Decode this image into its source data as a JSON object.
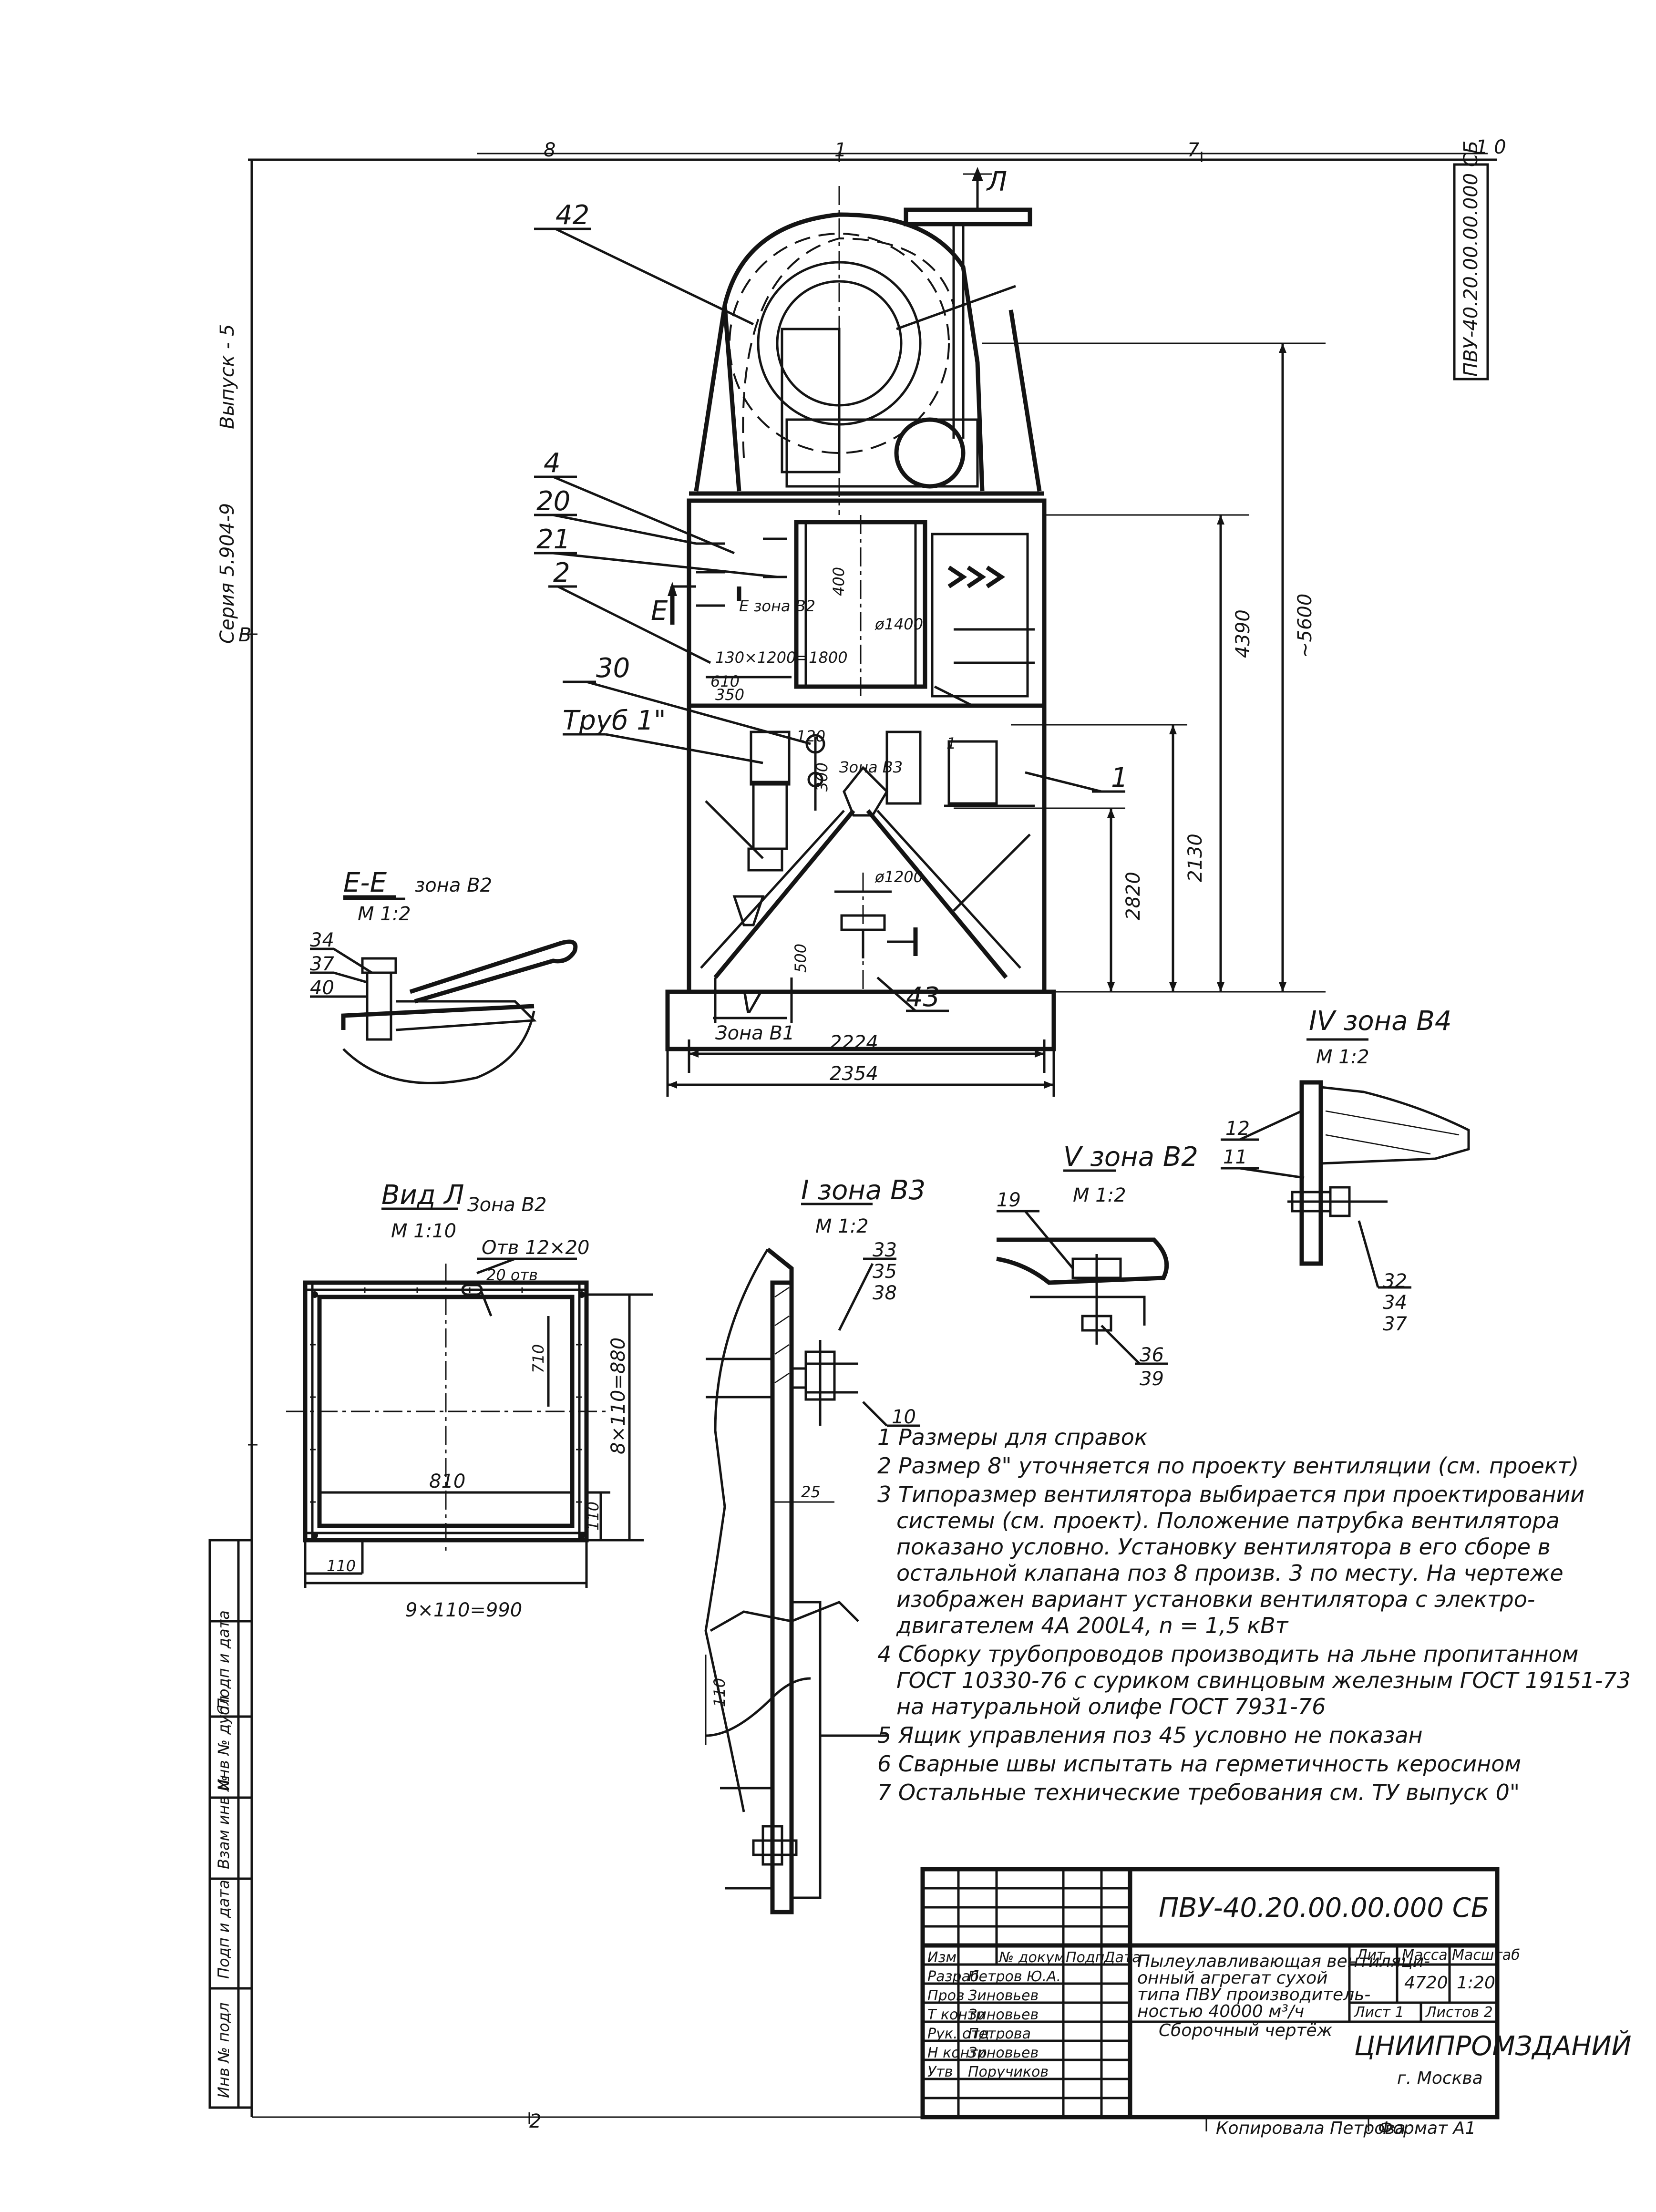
{
  "drawing": {
    "code": "ПВУ-40.20.00.00.000 СБ",
    "frame_code_rotated": "ПВУ-40.20.00.00.000 СБ",
    "sheet_marks": {
      "top_left": "8",
      "top_mid": "1",
      "top_right": "7",
      "corner": "1 0",
      "bottom": "2"
    },
    "side_series": "Серия 5.904-9",
    "side_issue": "Выпуск - 5",
    "zone_letter": "В"
  },
  "main_view": {
    "positions": [
      "42",
      "4",
      "20",
      "21",
      "2",
      "30",
      "1",
      "43"
    ],
    "pipe_label": "Труб 1\"",
    "view_arrow": "Л",
    "section_marker": "Е",
    "section_zone_label": "Е зона В2",
    "detail_v_label": "V",
    "detail_v_zone": "Зона В1",
    "dims": {
      "inner_1": "400",
      "diam_1": "ø1400",
      "size_1": "130×1200=1800",
      "gap_1": "610",
      "gap_2": "350",
      "small_1": "120",
      "small_2": "300",
      "zone_b3": "Зона В3",
      "ref_1": "1",
      "diam_2": "ø1200",
      "h_base": "500",
      "w_inner": "2224",
      "w_outer": "2354",
      "h_1": "4390",
      "h_2": "~5600",
      "h_3": "2130",
      "h_4": "2820"
    }
  },
  "section_ee": {
    "title": "Е-Е",
    "zone": "зона В2",
    "scale": "М 1:2",
    "items": [
      "34",
      "37",
      "40"
    ]
  },
  "detail_iv": {
    "title": "IV зона В4",
    "scale": "М 1:2",
    "items": [
      "12",
      "11",
      "32",
      "34",
      "37"
    ]
  },
  "detail_v": {
    "title": "V зона В2",
    "scale": "М 1:2",
    "items": [
      "19",
      "36",
      "39"
    ]
  },
  "detail_i": {
    "title": "I зона В3",
    "scale": "М 1:2",
    "items": [
      "33",
      "35",
      "38",
      "10"
    ],
    "dims": {
      "d1": "25",
      "d2": "110"
    }
  },
  "view_a": {
    "title": "Вид Л",
    "zone": "Зона В2",
    "scale": "М 1:10",
    "hole_label": "Отв 12×20",
    "holes_count": "20 отв",
    "dims": {
      "bottom_left": "110",
      "bottom_total": "9×110=990",
      "inner_w": "810",
      "inner_h": "710",
      "right_total": "8×110=880",
      "right_small": "110"
    }
  },
  "notes": [
    "1 Размеры для справок",
    "2 Размер 8\" уточняется по проекту вентиляции (см. проект)",
    "3 Типоразмер вентилятора выбирается при проектировании",
    "системы (см. проект). Положение патрубка вентилятора",
    "показано условно. Установку вентилятора в его сборе в",
    "остальной клапана поз 8 произв. 3 по месту. На чертеже",
    "изображен вариант установки вентилятора с электро-",
    "двигателем 4А 200L4, n = 1,5 кВт",
    "4 Сборку трубопроводов производить на льне пропитанном",
    "ГОСТ 10330-76 с суриком свинцовым железным ГОСТ 19151-73",
    "на натуральной олифе ГОСТ 7931-76",
    "5 Ящик управления поз 45 условно не показан",
    "6 Сварные швы испытать на герметичность керосином",
    "7 Остальные технические требования см. ТУ выпуск 0\""
  ],
  "title_block": {
    "code": "ПВУ-40.20.00.00.000 СБ",
    "name_lines": [
      "Пылеулавливающая вентиляци-",
      "онный агрегат сухой",
      "типа ПВУ производитель-",
      "ностью 40000 м³/ч",
      "Сборочный чертёж"
    ],
    "headers": {
      "lit": "Лит",
      "mass": "Масса",
      "scale": "Масштаб"
    },
    "values": {
      "mass": "4720",
      "scale": "1:20"
    },
    "sheet": "Лист 1",
    "sheets": "Листов 2",
    "org": "ЦНИИПРОМЗДАНИЙ",
    "city": "г. Москва",
    "roles": [
      {
        "role": "Изм",
        "name": "№ докум",
        "sign": "Подп",
        "date": "Дата"
      },
      {
        "role": "Разраб",
        "name": "Петров Ю.А.",
        "sign": "",
        "date": ""
      },
      {
        "role": "Пров",
        "name": "Зиновьев",
        "sign": "",
        "date": ""
      },
      {
        "role": "Т контр",
        "name": "Зиновьев",
        "sign": "",
        "date": ""
      },
      {
        "role": "Рук. отд",
        "name": "Петрова",
        "sign": "",
        "date": ""
      },
      {
        "role": "Н контр",
        "name": "Зиновьев",
        "sign": "",
        "date": ""
      },
      {
        "role": "Утв",
        "name": "Поручиков",
        "sign": "",
        "date": ""
      }
    ],
    "footer_copied": "Копировала Петрова",
    "footer_format": "Формат А1"
  },
  "side_stamps": [
    "Инв № подл",
    "Подп и дата",
    "Взам инв №",
    "Инв № дубл",
    "Подп и дата"
  ]
}
